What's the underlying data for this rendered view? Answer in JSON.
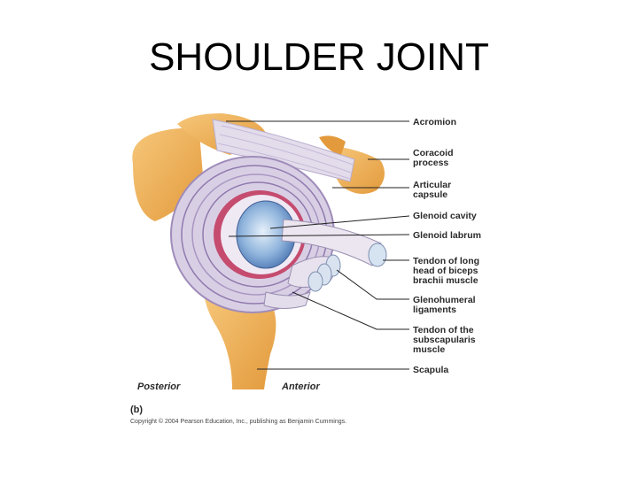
{
  "slide": {
    "title": "SHOULDER JOINT"
  },
  "labels": {
    "acromion": "Acromion",
    "coracoid_1": "Coracoid",
    "coracoid_2": "process",
    "capsule_1": "Articular",
    "capsule_2": "capsule",
    "glenoid_cavity": "Glenoid cavity",
    "glenoid_labrum": "Glenoid labrum",
    "biceps_1": "Tendon of long",
    "biceps_2": "head of biceps",
    "biceps_3": "brachii muscle",
    "gleno_1": "Glenohumeral",
    "gleno_2": "ligaments",
    "subscap_1": "Tendon of the",
    "subscap_2": "subscapularis",
    "subscap_3": "muscle",
    "scapula": "Scapula"
  },
  "views": {
    "posterior": "Posterior",
    "anterior": "Anterior"
  },
  "panel": "(b)",
  "copyright": "Copyright © 2004 Pearson Education, Inc., publishing as Benjamin Cummings."
}
